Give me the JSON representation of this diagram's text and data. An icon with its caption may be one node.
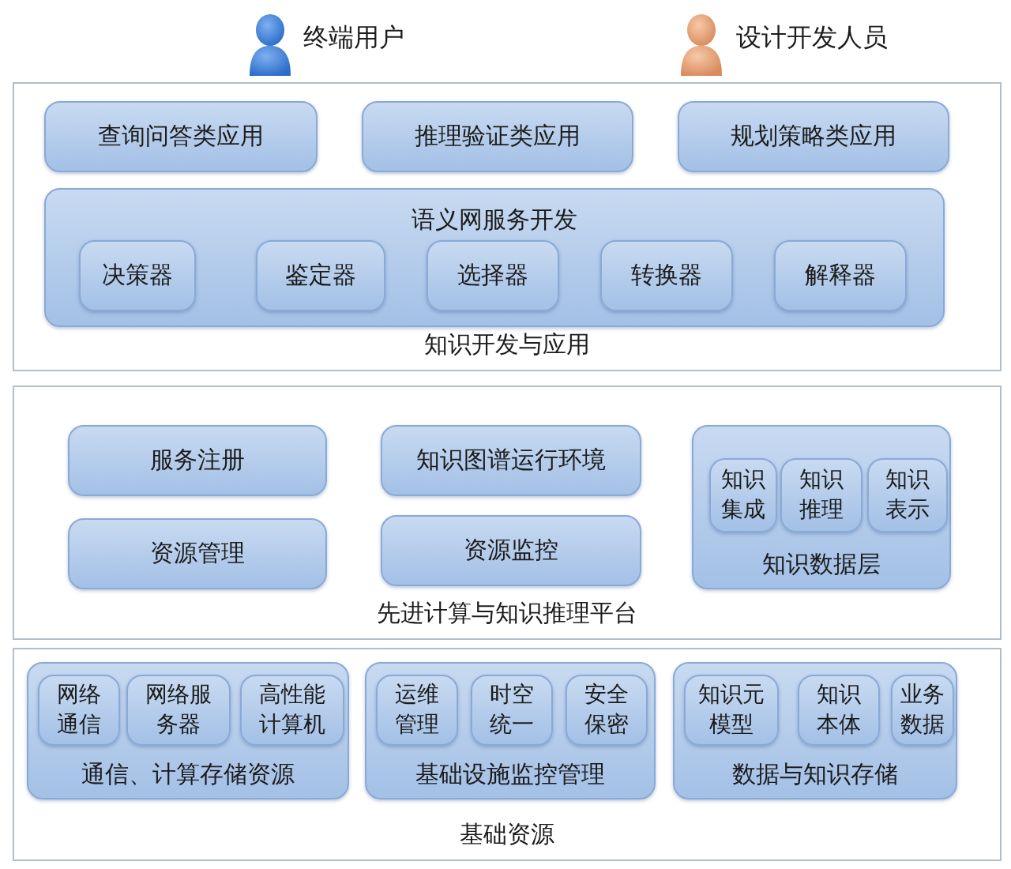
{
  "diagram": {
    "nodes": [
      {
        "text": [
          "知识开发与应用"
        ]
      },
      {
        "text": [
          "查询问答类应用"
        ],
        "in": 0
      },
      {
        "text": [
          "推理验证类应用"
        ],
        "in": 0
      },
      {
        "text": [
          "规划策略类应用"
        ],
        "in": 0
      },
      {
        "text": [
          "语义网服务开发"
        ],
        "in": 0
      },
      {
        "text": [
          "决策器"
        ],
        "in": 4
      },
      {
        "text": [
          "鉴定器"
        ],
        "in": 4
      },
      {
        "text": [
          "选择器"
        ],
        "in": 4
      },
      {
        "text": [
          "转换器"
        ],
        "in": 4
      },
      {
        "text": [
          "解释器"
        ],
        "in": 4
      },
      {
        "text": [
          "先进计算与知识推理平台"
        ]
      },
      {
        "text": [
          "服务注册"
        ],
        "in": 10
      },
      {
        "text": [
          "知识图谱运行环境"
        ],
        "in": 10
      },
      {
        "text": [
          "知识数据层"
        ],
        "in": 10
      },
      {
        "text": [
          "知识集成"
        ],
        "in": 13
      },
      {
        "text": [
          "知识推理"
        ],
        "in": 13
      },
      {
        "text": [
          "知识表示"
        ],
        "in": 13
      },
      {
        "text": [
          "资源管理"
        ],
        "in": 10
      },
      {
        "text": [
          "资源监控"
        ],
        "in": 10
      },
      {
        "text": [
          "基础资源"
        ]
      },
      {
        "text": [
          "通信、计算存储资源"
        ],
        "in": 19
      },
      {
        "text": [
          "网络通信"
        ],
        "in": 20
      },
      {
        "text": [
          "网络服务器"
        ],
        "in": 20
      },
      {
        "text": [
          "高性能计算机"
        ],
        "in": 20
      },
      {
        "text": [
          "基础设施监控管理"
        ],
        "in": 19
      },
      {
        "text": [
          "运维管理"
        ],
        "in": 24
      },
      {
        "text": [
          "时空统一"
        ],
        "in": 24
      },
      {
        "text": [
          "安全保密"
        ],
        "in": 24
      },
      {
        "text": [
          "数据与知识存储"
        ],
        "in": 19
      },
      {
        "text": [
          "知识元模型"
        ],
        "in": 28
      },
      {
        "text": [
          "知识本体"
        ],
        "in": 28
      },
      {
        "text": [
          "业务数据"
        ],
        "in": 28
      }
    ],
    "edges": [],
    "labels": [
      "终端用户",
      "设计开发人员"
    ]
  }
}
